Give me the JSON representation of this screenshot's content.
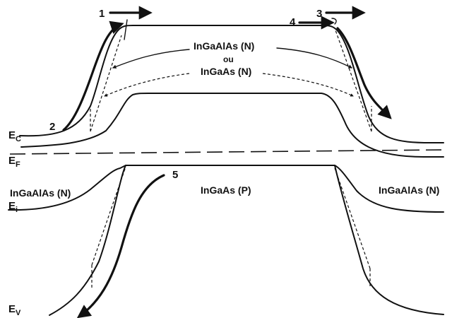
{
  "labels": {
    "ec_main": "E",
    "ec_sub": "C",
    "ef_main": "E",
    "ef_sub": "F",
    "ei_main": "E",
    "ei_sub": "i",
    "ev_main": "E",
    "ev_sub": "V",
    "left_material": "InGaAlAs (N)",
    "center_material": "InGaAs (P)",
    "right_material": "InGaAlAs (N)",
    "barrier_option_1": "InGaAlAs (N)",
    "barrier_option_or": "ou",
    "barrier_option_2": "InGaAs (N)"
  },
  "markers": [
    "1",
    "2",
    "3",
    "4",
    "5"
  ],
  "colors": {
    "ink": "#111111",
    "background": "#ffffff"
  }
}
